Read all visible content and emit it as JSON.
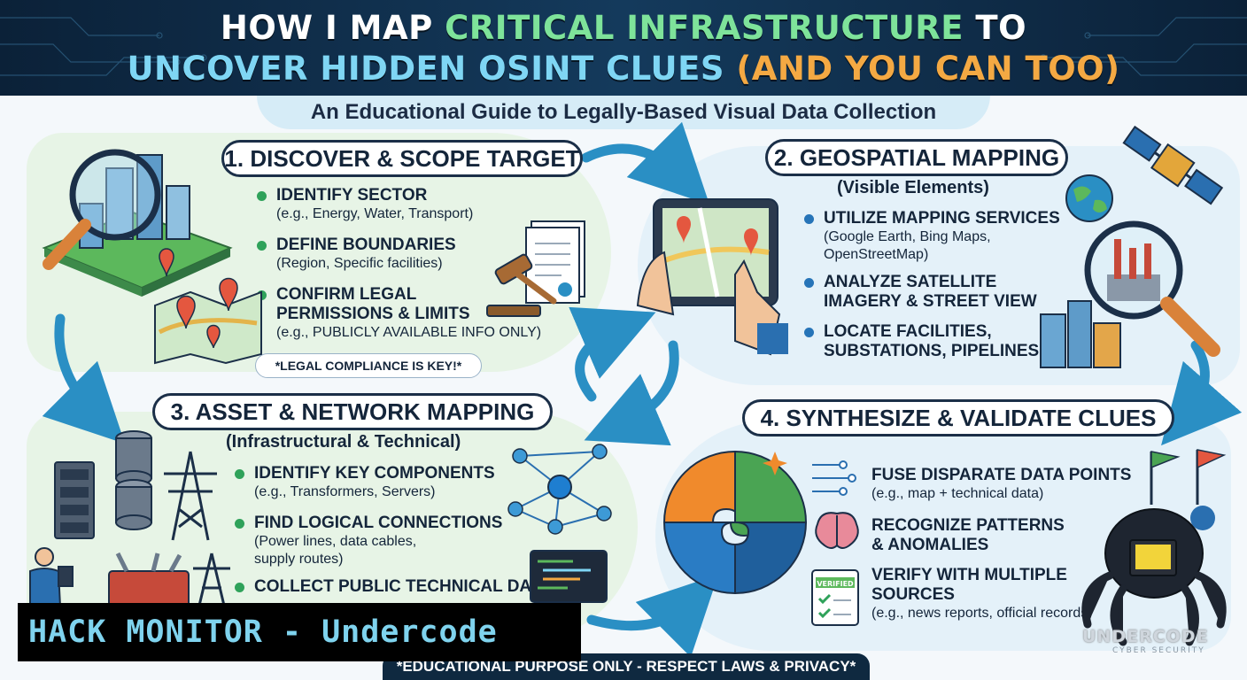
{
  "header": {
    "line1_a": "HOW I MAP ",
    "line1_b": "CRITICAL INFRASTRUCTURE",
    "line1_c": " TO",
    "line2_a": "UNCOVER HIDDEN OSINT CLUES ",
    "line2_b": "(AND YOU CAN TOO)",
    "subtitle": "An Educational Guide to Legally-Based Visual Data Collection"
  },
  "colors": {
    "dark_navy": "#0b2138",
    "green_accent": "#7ee39a",
    "cyan_accent": "#7fd6f4",
    "orange_accent": "#f4a943",
    "arrow_blue": "#2a8fc4"
  },
  "section1": {
    "title": "1. DISCOVER & SCOPE TARGET",
    "items": [
      {
        "head": "IDENTIFY SECTOR",
        "sub": "(e.g., Energy, Water, Transport)"
      },
      {
        "head": "DEFINE BOUNDARIES",
        "sub": "(Region, Specific facilities)"
      },
      {
        "head": "CONFIRM LEGAL",
        "head2": "PERMISSIONS & LIMITS",
        "sub": "(e.g., PUBLICLY AVAILABLE INFO ONLY)"
      }
    ],
    "note": "*LEGAL COMPLIANCE IS KEY!*",
    "icons": [
      "magnifier-city-icon",
      "map-pins-icon",
      "legal-document-icon",
      "gavel-icon"
    ]
  },
  "section2": {
    "title": "2. GEOSPATIAL MAPPING",
    "subtitle": "(Visible Elements)",
    "items": [
      {
        "head": "UTILIZE MAPPING SERVICES",
        "sub": "(Google Earth, Bing Maps,",
        "sub2": "OpenStreetMap)"
      },
      {
        "head": "ANALYZE SATELLITE",
        "head2": "IMAGERY & STREET VIEW"
      },
      {
        "head": "LOCATE FACILITIES,",
        "head2": "SUBSTATIONS, PIPELINES"
      }
    ],
    "icons": [
      "tablet-map-icon",
      "satellite-icon",
      "globe-icon",
      "factory-magnifier-icon",
      "buildings-icon"
    ]
  },
  "section3": {
    "title": "3. ASSET & NETWORK MAPPING",
    "subtitle": "(Infrastructural & Technical)",
    "items": [
      {
        "head": "IDENTIFY KEY COMPONENTS",
        "sub": "(e.g., Transformers, Servers)"
      },
      {
        "head": "FIND LOGICAL CONNECTIONS",
        "sub": "(Power lines, data cables,",
        "sub2": "supply routes)"
      },
      {
        "head": "COLLECT PUBLIC TECHNICAL DATA"
      }
    ],
    "icons": [
      "database-icon",
      "server-rack-icon",
      "power-tower-icon",
      "network-graph-icon",
      "code-monitor-icon",
      "toolbox-icon",
      "person-tablet-icon"
    ]
  },
  "section4": {
    "title": "4. SYNTHESIZE & VALIDATE CLUES",
    "items": [
      {
        "head": "FUSE DISPARATE DATA POINTS",
        "sub": "(e.g., map + technical data)"
      },
      {
        "head": "RECOGNIZE PATTERNS",
        "head2": "& ANOMALIES"
      },
      {
        "head": "VERIFY WITH MULTIPLE",
        "head2": "SOURCES",
        "sub": "(e.g., news reports, official records)"
      }
    ],
    "icons": [
      "puzzle-icon",
      "data-flow-icon",
      "brain-icon",
      "verified-checklist-icon",
      "flags-icon",
      "hacker-octopus-icon"
    ],
    "badge": "VERIFIED"
  },
  "footer": {
    "disclaimer": "*EDUCATIONAL PURPOSE ONLY - RESPECT LAWS & PRIVACY*",
    "watermark": "HACK MONITOR - Undercode",
    "logo": "UNDERCODE",
    "logo_sub": "CYBER SECURITY"
  }
}
